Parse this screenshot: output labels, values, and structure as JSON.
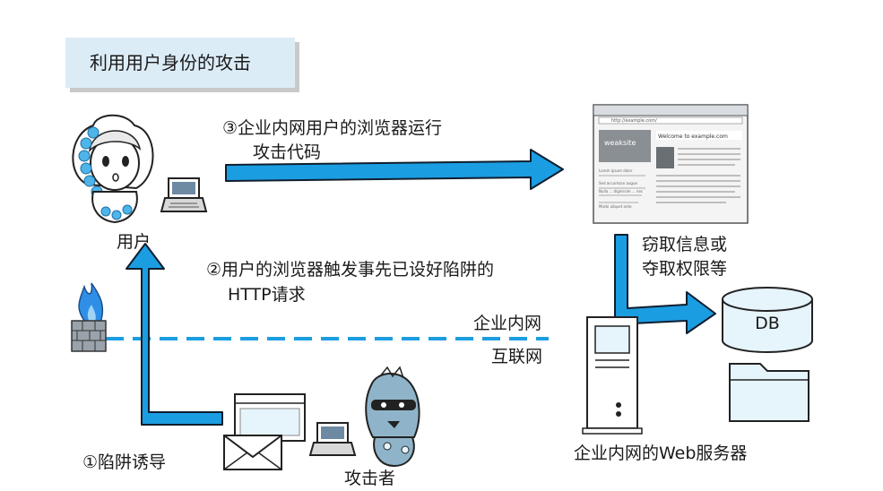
{
  "title": "利用用户身份的攻击",
  "nodes": {
    "user": "用户",
    "attacker": "攻击者",
    "web_server": "企业内网的Web服务器",
    "db": "DB"
  },
  "zones": {
    "intranet": "企业内网",
    "internet": "互联网"
  },
  "steps": {
    "step1": "①陷阱诱导",
    "step2_line1": "②用户的浏览器触发事先已设好陷阱的",
    "step2_line2": "HTTP请求",
    "step3_line1": "③企业内网用户的浏览器运行",
    "step3_line2": "攻击代码",
    "steal_line1": "窃取信息或",
    "steal_line2": "夺取权限等"
  },
  "browser_page": {
    "url": "http://example.com/",
    "brand": "weaksite",
    "heading": "Welcome to example.com",
    "body_lines": [
      "Lorem ipsum dolor",
      "Sed accumsan augue",
      "Nulla ... dignissim ... nec",
      "Morbi aliquet ante"
    ]
  },
  "colors": {
    "arrow": "#1b9de2",
    "arrow_outline": "#0f1e2e",
    "title_bg": "#dcecf6",
    "node_fill": "#e6f4fb",
    "flame": "#2f8fe6"
  }
}
